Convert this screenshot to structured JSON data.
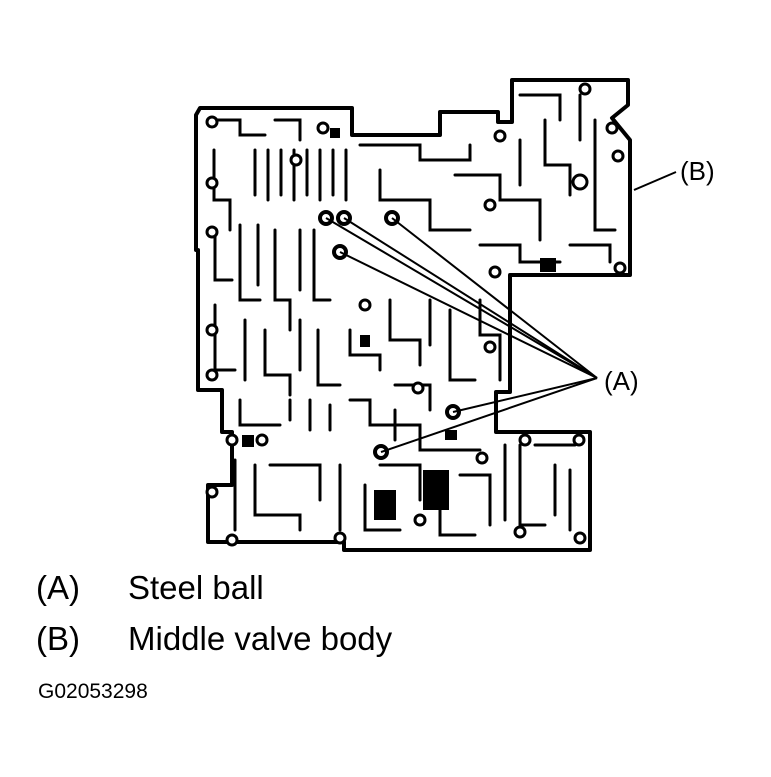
{
  "callouts": {
    "a": "(A)",
    "b": "(B)"
  },
  "legend": [
    {
      "key": "(A)",
      "text": "Steel ball"
    },
    {
      "key": "(B)",
      "text": "Middle valve body"
    }
  ],
  "figure_code": "G02053298"
}
